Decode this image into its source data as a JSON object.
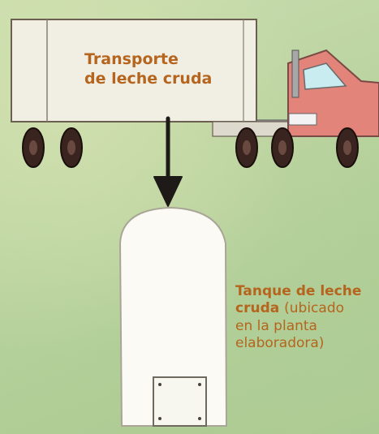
{
  "truck": {
    "label_line1": "Transporte",
    "label_line2": "de leche cruda"
  },
  "tank": {
    "label_bold_1": "Tanque de leche",
    "label_bold_2": "cruda",
    "label_note_1": "(ubicado",
    "label_note_2": "en la planta",
    "label_note_3": "elaboradora)"
  },
  "colors": {
    "label": "#b5651d",
    "truck_cab": "#e2847a",
    "trailer": "#f1eee4",
    "tank": "#fbfaf4",
    "arrow": "#1e1a18",
    "wheel": "#3a2420"
  },
  "icons": {
    "arrow": "arrow-down-icon"
  }
}
